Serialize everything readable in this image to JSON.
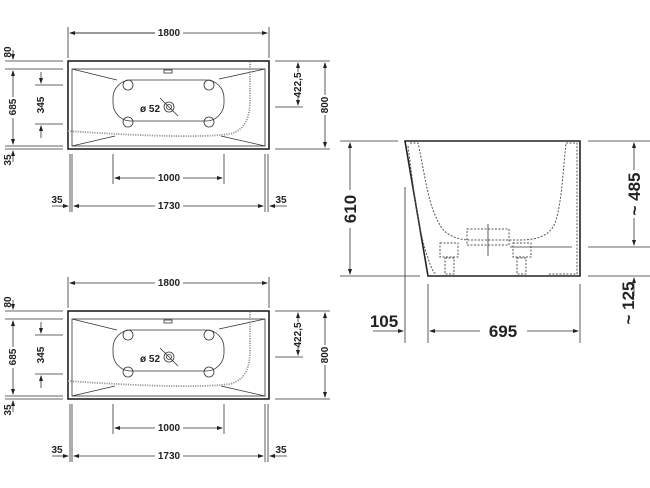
{
  "drawing": {
    "top_view_upper": {
      "overall_length": "1800",
      "inner_length": "1730",
      "left_rim": "35",
      "right_rim": "35",
      "drain_spacing": "1000",
      "overall_width": "800",
      "drain_offset": "422,5",
      "inner_width": "685",
      "headrest_spacing": "345",
      "top_rim": "80",
      "bottom_rim": "35",
      "drain_diameter": "ø 52"
    },
    "top_view_lower": {
      "overall_length": "1800",
      "inner_length": "1730",
      "left_rim": "35",
      "right_rim": "35",
      "drain_spacing": "1000",
      "overall_width": "800",
      "drain_offset": "422,5",
      "inner_width": "685",
      "headrest_spacing": "345",
      "top_rim": "80",
      "bottom_rim": "35",
      "drain_diameter": "ø 52"
    },
    "side_view": {
      "height": "610",
      "inner_depth": "~ 485",
      "base_height": "~ 125",
      "slope_offset": "105",
      "base_width": "695"
    }
  }
}
